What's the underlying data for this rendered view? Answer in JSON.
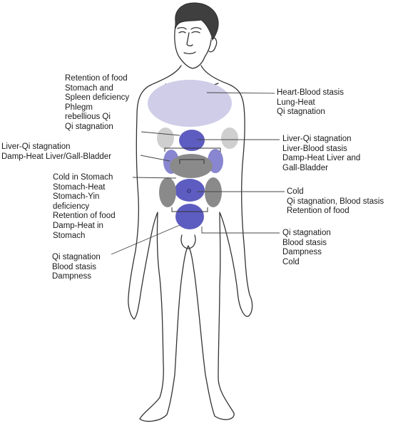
{
  "colors": {
    "chest": "#cfcde8",
    "blue_dark": "#5d5cc0",
    "blue_mid": "#8886d0",
    "gray_dark": "#8a8a8a",
    "gray_light": "#cfcfcf",
    "outline": "#333333",
    "hair": "#3f3f3f",
    "leader": "#444444"
  },
  "labels": {
    "upper_left": [
      "Retention of food",
      "Stomach and",
      "Spleen deficiency",
      "Phlegm",
      "rebellious Qi",
      "Qi stagnation"
    ],
    "liver_left": [
      "Liver-Qi stagnation",
      "Damp-Heat Liver/Gall-Bladder"
    ],
    "stomach_left": [
      "Cold in Stomach",
      "Stomach-Heat",
      "Stomach-Yin",
      "deficiency",
      "Retention of food",
      "Damp-Heat in",
      "Stomach"
    ],
    "lower_left": [
      "Qi stagnation",
      "Blood stasis",
      "Dampness"
    ],
    "chest_right": [
      "Heart-Blood stasis",
      "Lung-Heat",
      "Qi stagnation"
    ],
    "liver_right": [
      "Liver-Qi stagnation",
      "Liver-Blood stasis",
      "Damp-Heat Liver and",
      "Gall-Bladder"
    ],
    "umbilical_right": [
      "Cold",
      "Qi stagnation, Blood stasis",
      "Retention of food"
    ],
    "lower_right": [
      "Qi stagnation",
      "Blood stasis",
      "Dampness",
      "Cold"
    ]
  }
}
